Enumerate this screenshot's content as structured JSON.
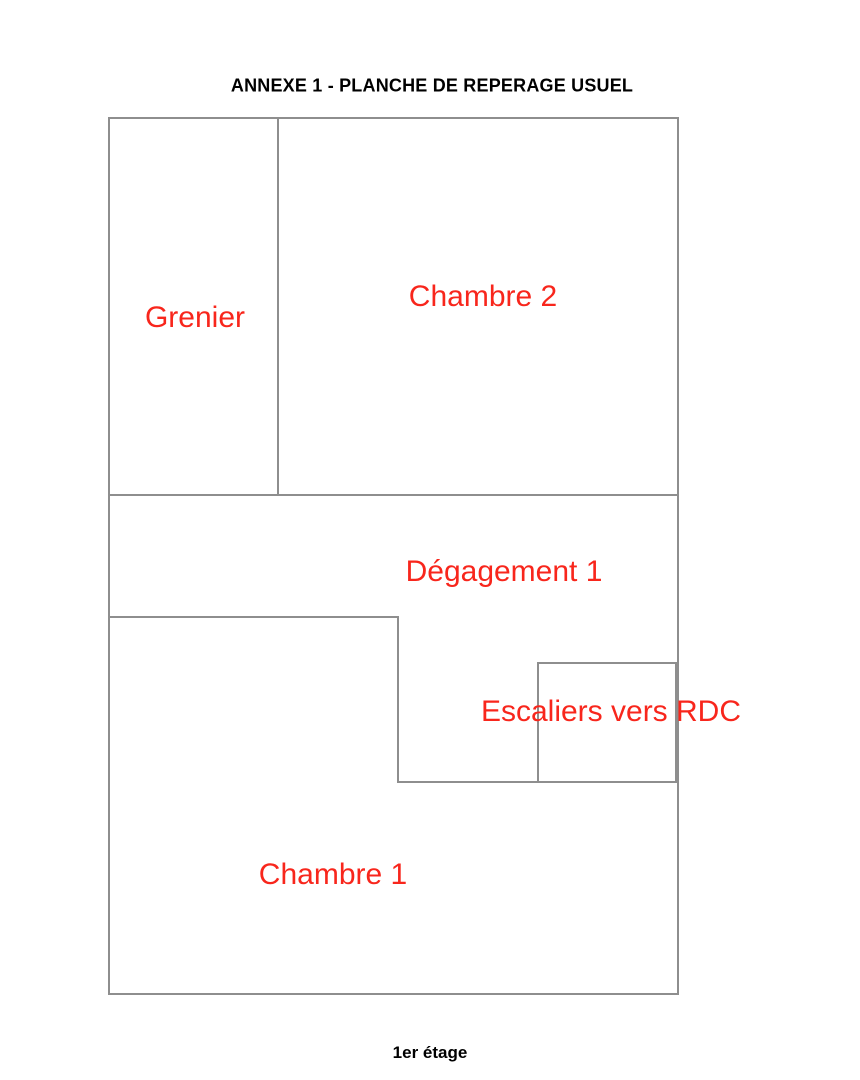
{
  "page": {
    "title": "ANNEXE 1 - PLANCHE DE REPERAGE USUEL",
    "caption": "1er étage"
  },
  "colors": {
    "background": "#ffffff",
    "wall": "#8e8e8e",
    "room_label": "#f8261c",
    "text": "#000000"
  },
  "floor_plan": {
    "floor_name": "1er étage",
    "rooms": [
      {
        "id": "grenier",
        "label": "Grenier"
      },
      {
        "id": "chambre-2",
        "label": "Chambre 2"
      },
      {
        "id": "degagement-1",
        "label": "Dégagement 1"
      },
      {
        "id": "escaliers-vers-rdc",
        "label": "Escaliers vers RDC"
      },
      {
        "id": "chambre-1",
        "label": "Chambre 1"
      }
    ]
  }
}
